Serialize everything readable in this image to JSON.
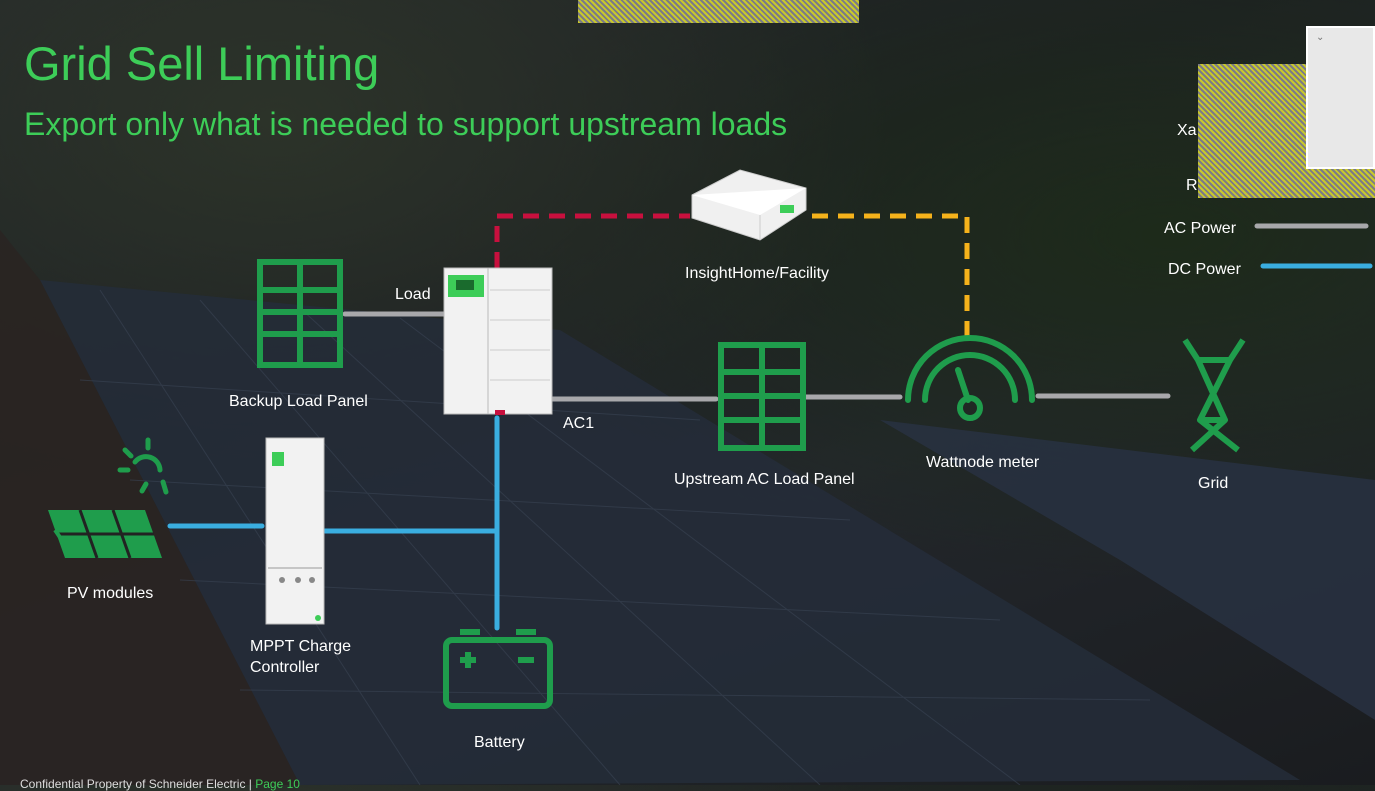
{
  "title": "Grid Sell Limiting",
  "subtitle": "Export only what is needed to support upstream loads",
  "labels": {
    "load": "Load",
    "insight": "InsightHome/Facility",
    "backup_panel": "Backup Load Panel",
    "ac1": "AC1",
    "upstream_panel": "Upstream AC Load Panel",
    "wattnode": "Wattnode meter",
    "grid": "Grid",
    "pv": "PV modules",
    "mppt_line1": "MPPT Charge",
    "mppt_line2": "Controller",
    "battery": "Battery"
  },
  "legend": {
    "xa": "Xa",
    "r": "R",
    "ac_power": "AC Power",
    "dc_power": "DC Power"
  },
  "colors": {
    "green": "#1f9d4c",
    "title_green": "#3dcd58",
    "ac": "#a8a8ab",
    "dc": "#3aaee0",
    "comm_red": "#c8103e",
    "comm_yellow": "#f5b21b"
  },
  "footer": {
    "text": "Confidential Property of Schneider Electric | ",
    "page": "Page 10"
  }
}
